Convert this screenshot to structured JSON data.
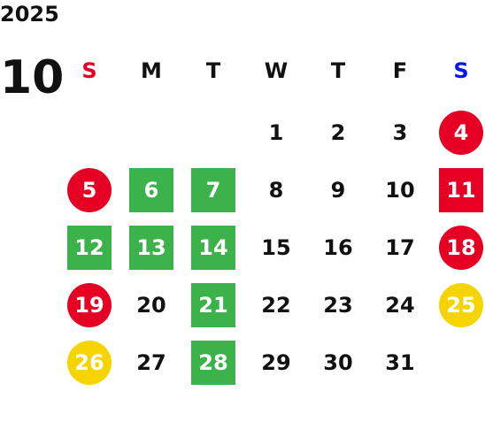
{
  "calendar": {
    "year": "2025",
    "month": "10",
    "weekdays": [
      {
        "label": "S",
        "color": "#e60023"
      },
      {
        "label": "M",
        "color": "#111111"
      },
      {
        "label": "T",
        "color": "#111111"
      },
      {
        "label": "W",
        "color": "#111111"
      },
      {
        "label": "T",
        "color": "#111111"
      },
      {
        "label": "F",
        "color": "#111111"
      },
      {
        "label": "S",
        "color": "#0018e6"
      }
    ],
    "days": [
      {
        "label": "1",
        "style": "plain"
      },
      {
        "label": "2",
        "style": "plain"
      },
      {
        "label": "3",
        "style": "plain"
      },
      {
        "label": "4",
        "style": "red-circle"
      },
      {
        "label": "5",
        "style": "red-circle"
      },
      {
        "label": "6",
        "style": "green-square"
      },
      {
        "label": "7",
        "style": "green-square"
      },
      {
        "label": "8",
        "style": "plain"
      },
      {
        "label": "9",
        "style": "plain"
      },
      {
        "label": "10",
        "style": "plain"
      },
      {
        "label": "11",
        "style": "red-square"
      },
      {
        "label": "12",
        "style": "green-square"
      },
      {
        "label": "13",
        "style": "green-square"
      },
      {
        "label": "14",
        "style": "green-square"
      },
      {
        "label": "15",
        "style": "plain"
      },
      {
        "label": "16",
        "style": "plain"
      },
      {
        "label": "17",
        "style": "plain"
      },
      {
        "label": "18",
        "style": "red-circle"
      },
      {
        "label": "19",
        "style": "red-circle"
      },
      {
        "label": "20",
        "style": "plain"
      },
      {
        "label": "21",
        "style": "green-square"
      },
      {
        "label": "22",
        "style": "plain"
      },
      {
        "label": "23",
        "style": "plain"
      },
      {
        "label": "24",
        "style": "plain"
      },
      {
        "label": "25",
        "style": "yellow-circle"
      },
      {
        "label": "26",
        "style": "yellow-circle"
      },
      {
        "label": "27",
        "style": "plain"
      },
      {
        "label": "28",
        "style": "green-square"
      },
      {
        "label": "29",
        "style": "plain"
      },
      {
        "label": "30",
        "style": "plain"
      },
      {
        "label": "31",
        "style": "plain"
      }
    ]
  }
}
